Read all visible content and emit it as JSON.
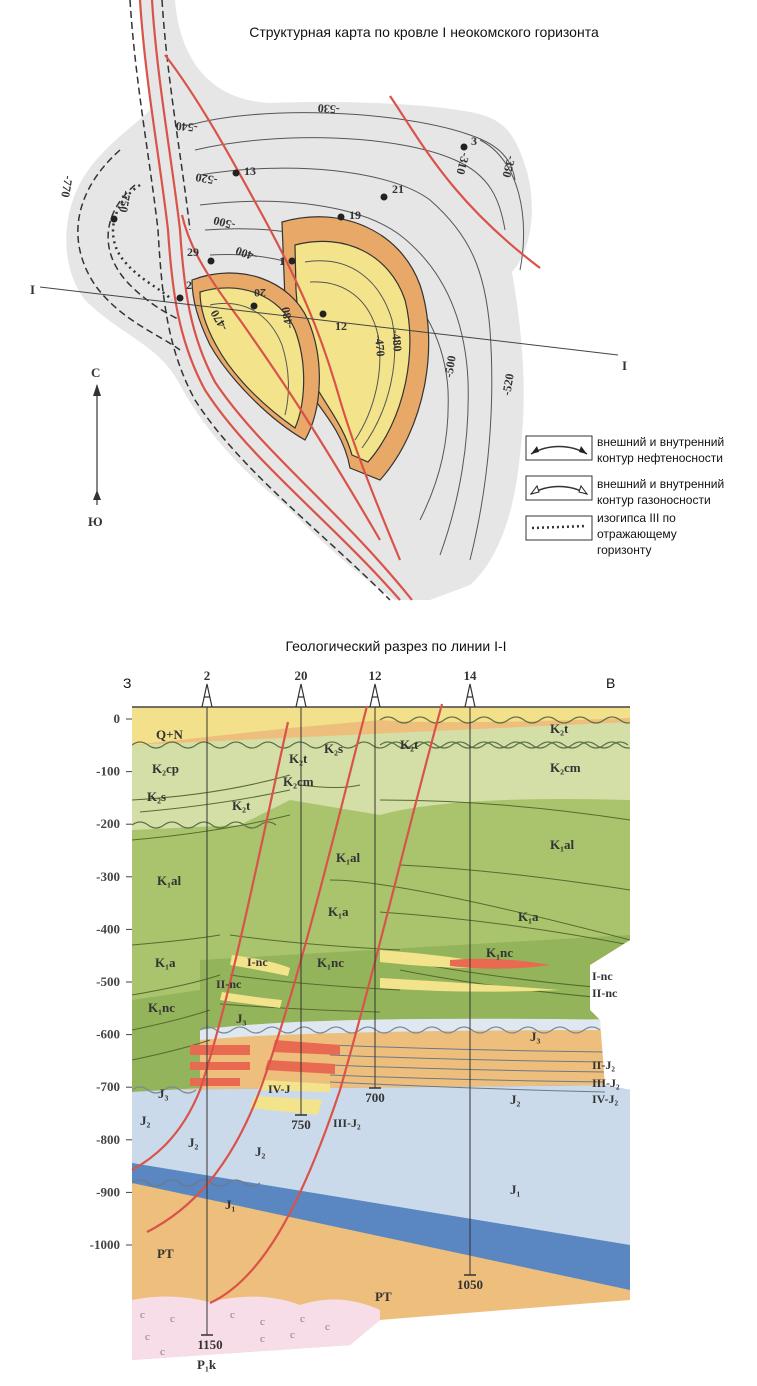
{
  "map": {
    "title": "Структурная карта по кровле I неокомского горизонта",
    "wells": [
      "3",
      "13",
      "21",
      "19",
      "29",
      "1",
      "2",
      "20",
      "12"
    ],
    "contours": [
      "-530",
      "-540",
      "-520",
      "-500",
      "-400",
      "-770",
      "-750",
      "-310",
      "-350",
      "-470",
      "-480",
      "-470",
      "-480",
      "-500",
      "-520"
    ],
    "section_line": [
      "I",
      "I"
    ],
    "compass": {
      "north": "С",
      "south": "Ю"
    },
    "legend": [
      {
        "lines": [
          "внешний и внутренний",
          "контур нефтеносности"
        ]
      },
      {
        "lines": [
          "внешний и внутренний",
          "контур газоносности"
        ]
      },
      {
        "lines": [
          "изогипса III по",
          "отражающему",
          "горизонту"
        ]
      }
    ],
    "colors": {
      "area": "#e6e6e6",
      "oil": "#f3e48c",
      "gas": "#e8a868",
      "fault": "#d9534a"
    }
  },
  "section": {
    "title": "Геологический разрез по линии I-I",
    "west": "З",
    "east": "В",
    "wells": [
      {
        "name": "2",
        "depth": "1150"
      },
      {
        "name": "20",
        "depth": "750"
      },
      {
        "name": "12",
        "depth": "700"
      },
      {
        "name": "14",
        "depth": "1050"
      }
    ],
    "depth_ticks": [
      "0",
      "-100",
      "-200",
      "-300",
      "-400",
      "-500",
      "-600",
      "-700",
      "-800",
      "-900",
      "-1000"
    ],
    "units": {
      "qn": "Q+N",
      "k2cp": "K₂cp",
      "k2s_l": "K₂s",
      "k2t_l": "K₂t",
      "k2t_m": "K₂t",
      "k2cm_m": "K₂cm",
      "k2s_m": "K₂s",
      "k2t_m2": "K₂t",
      "k2t_r": "K₂t",
      "k2cm_r": "K₂cm",
      "k1al_l": "K₁al",
      "k1al_m": "K₁al",
      "k1al_r": "K₁al",
      "k1a_l": "K₁a",
      "k1a_m": "K₁a",
      "k1a_r": "K₁a",
      "k1nc_l": "K₁nc",
      "k1nc_m": "K₁nc",
      "k1nc_r": "K₁nc",
      "inc": "I-nc",
      "iinc": "II-nc",
      "j3_m": "J₃",
      "ivj": "IV-J",
      "iiij2": "III-J₂",
      "j3_l": "J₃",
      "j3_r": "J₃",
      "j2_a": "J₂",
      "j2_b": "J₂",
      "j2_c": "J₂",
      "j2_r": "J₂",
      "j1_l": "J₁",
      "j1_r": "J₁",
      "pt_l": "PT",
      "pt_r": "PT",
      "p1k": "P₁k"
    },
    "horizons_right": [
      "I-nc",
      "II-nc",
      "II-J₂",
      "III-J₂",
      "IV-J₂"
    ],
    "colors": {
      "qn": "#f3e08a",
      "k2": "#d3dfa6",
      "k1": "#a9c46c",
      "k1nc": "#93b45a",
      "j2": "#cbdaeb",
      "j1": "#5a86c2",
      "pt": "#eebf7c",
      "p1k": "#f6dde8",
      "oil": "#e86a50",
      "gas": "#f3e48c"
    }
  }
}
